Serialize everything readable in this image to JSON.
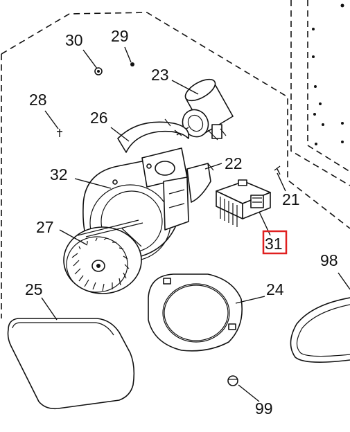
{
  "diagram": {
    "title": "",
    "callouts": [
      {
        "id": "30",
        "text": "30"
      },
      {
        "id": "29",
        "text": "29"
      },
      {
        "id": "23",
        "text": "23"
      },
      {
        "id": "28",
        "text": "28"
      },
      {
        "id": "26",
        "text": "26"
      },
      {
        "id": "22",
        "text": "22"
      },
      {
        "id": "32",
        "text": "32"
      },
      {
        "id": "21",
        "text": "21"
      },
      {
        "id": "27",
        "text": "27"
      },
      {
        "id": "31",
        "text": "31",
        "highlighted": true
      },
      {
        "id": "98",
        "text": "98"
      },
      {
        "id": "25",
        "text": "25"
      },
      {
        "id": "24",
        "text": "24"
      },
      {
        "id": "99",
        "text": "99"
      }
    ],
    "highlight_color": "#e02020"
  }
}
